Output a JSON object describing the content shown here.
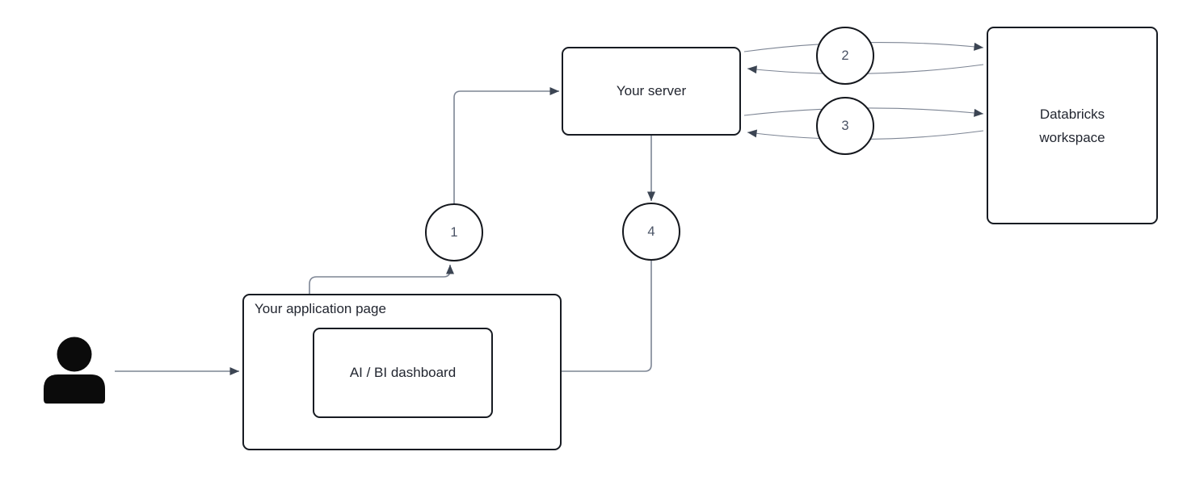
{
  "nodes": {
    "app_page": {
      "label": "Your application page"
    },
    "dashboard": {
      "label": "AI / BI dashboard"
    },
    "server": {
      "label": "Your server"
    },
    "databricks": {
      "lines": [
        "Databricks",
        "workspace"
      ]
    }
  },
  "steps": [
    {
      "number": "1"
    },
    {
      "number": "2"
    },
    {
      "number": "3"
    },
    {
      "number": "4"
    }
  ],
  "icons": {
    "user": "user-silhouette-icon"
  },
  "colors": {
    "background": "#ffffff",
    "box_border": "#171b22",
    "text": "#222630",
    "step_number": "#4a5365",
    "connector_line": "#7d8594",
    "arrowhead": "#3c4553",
    "user_icon": "#0b0b0b"
  }
}
